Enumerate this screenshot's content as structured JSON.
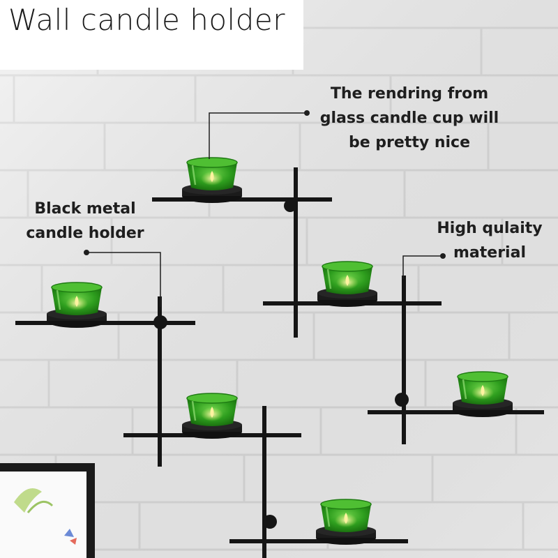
{
  "title": "Wall candle holder",
  "callouts": {
    "glass": [
      "The rendring from",
      "glass candle cup will",
      "be pretty nice"
    ],
    "metal": [
      "Black metal",
      "candle holder"
    ],
    "material": [
      "High qulaity",
      "material"
    ]
  },
  "colors": {
    "wall": "#f1f1f1",
    "mortar": "#dcdcdc",
    "metal": "#161616",
    "glass": "#2c9a1c",
    "flame": "#ffe27a"
  },
  "scene": {
    "candle_count": 6,
    "frame": "picture-frame-corner"
  }
}
